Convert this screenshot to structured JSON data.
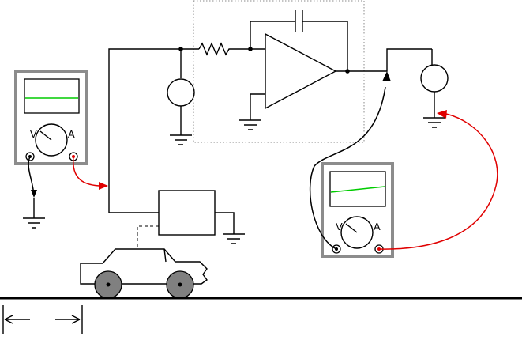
{
  "meters": [
    {
      "volt_label": "V",
      "amp_label": "A",
      "trace_color": "#00cc00"
    },
    {
      "volt_label": "V",
      "amp_label": "A",
      "trace_color": "#00cc00"
    }
  ],
  "colors": {
    "red_lead": "#e00000",
    "black_lead": "#000000",
    "meter_case": "#8c8c8c",
    "wheel": "#808080"
  },
  "icons": {
    "capacitor": "capacitor-icon",
    "resistor": "resistor-icon",
    "opamp": "opamp-icon",
    "voltage_source": "voltage-source-icon",
    "ground": "ground-icon",
    "car": "car-icon"
  }
}
